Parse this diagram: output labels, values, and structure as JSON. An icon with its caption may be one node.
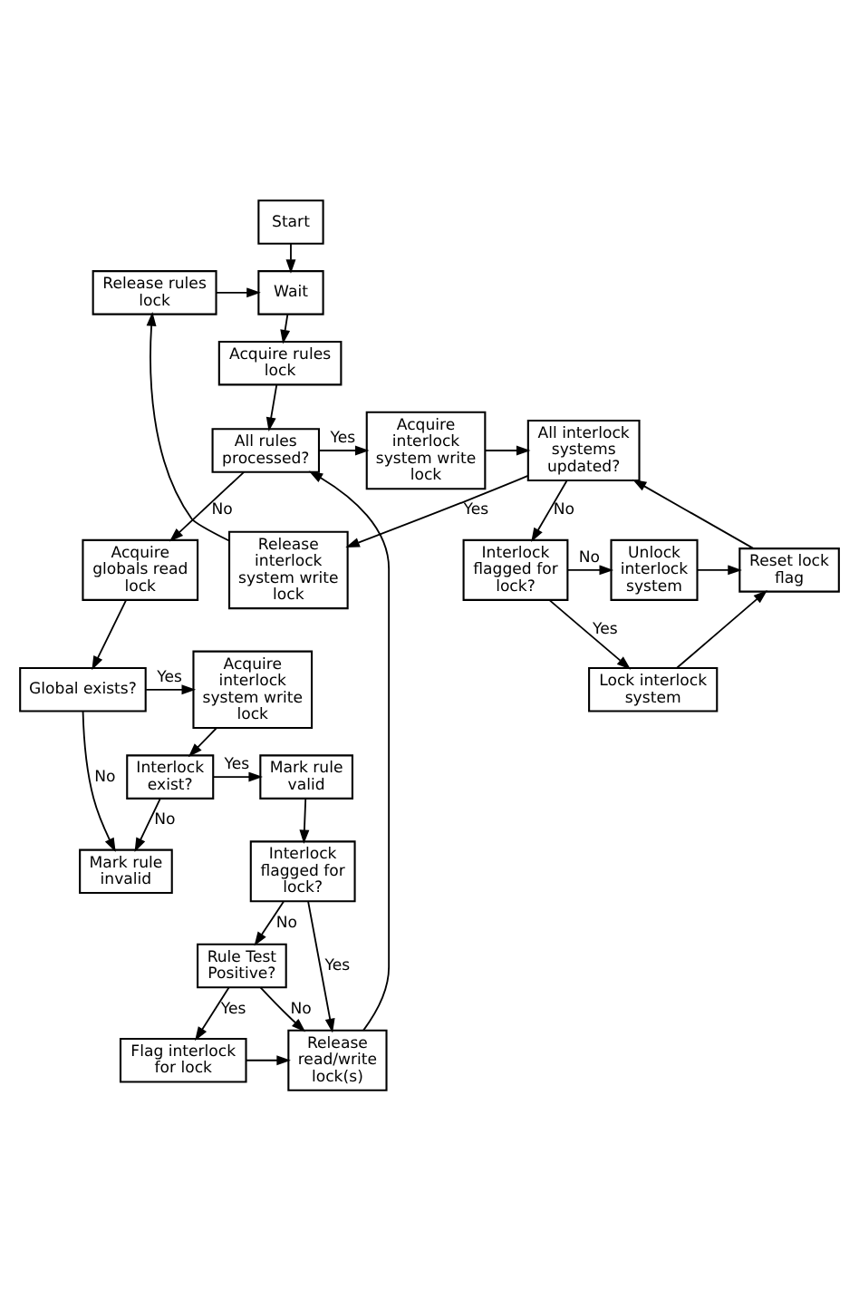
{
  "diagram": {
    "nodes": [
      {
        "text": [
          "Start"
        ]
      },
      {
        "text": [
          "Wait"
        ]
      },
      {
        "text": [
          "Release rules lock"
        ]
      },
      {
        "text": [
          "Acquire rules lock"
        ]
      },
      {
        "text": [
          "All rules processed?"
        ]
      },
      {
        "text": [
          "Acquire interlock system write lock"
        ]
      },
      {
        "text": [
          "Release interlock system write lock"
        ]
      },
      {
        "text": [
          "All interlock systems updated?"
        ]
      },
      {
        "text": [
          "Reset lock flag"
        ]
      },
      {
        "text": [
          "Acquire globals read lock"
        ]
      },
      {
        "text": [
          "Unlock interlock system"
        ]
      },
      {
        "text": [
          "Interlock flagged for lock?"
        ]
      },
      {
        "text": [
          "Global exists?"
        ]
      },
      {
        "text": [
          "Acquire interlock system write lock"
        ]
      },
      {
        "text": [
          "Lock interlock system"
        ]
      },
      {
        "text": [
          "Interlock exist?"
        ]
      },
      {
        "text": [
          "Mark rule valid"
        ]
      },
      {
        "text": [
          "Mark rule invalid"
        ]
      },
      {
        "text": [
          "Interlock flagged for lock?"
        ]
      },
      {
        "text": [
          "Rule Test Positive?"
        ]
      },
      {
        "text": [
          "Release read/write lock(s)"
        ]
      },
      {
        "text": [
          "Flag interlock for lock"
        ]
      }
    ],
    "edges": [
      {
        "from": 0,
        "to": 1,
        "arrow": "to"
      },
      {
        "from": 2,
        "to": 1,
        "arrow": "to"
      },
      {
        "from": 6,
        "to": 2,
        "arrow": "to"
      },
      {
        "from": 1,
        "to": 3,
        "arrow": "to"
      },
      {
        "from": 3,
        "to": 4,
        "arrow": "to"
      },
      {
        "from": 4,
        "to": 5,
        "arrow": "to",
        "label": "Yes"
      },
      {
        "from": 5,
        "to": 7,
        "arrow": "to"
      },
      {
        "from": 7,
        "to": 6,
        "arrow": "to",
        "label": "Yes"
      },
      {
        "from": 7,
        "to": 11,
        "arrow": "to",
        "label": "No"
      },
      {
        "from": 8,
        "to": 7,
        "arrow": "to"
      },
      {
        "from": 4,
        "to": 9,
        "arrow": "to",
        "label": "No"
      },
      {
        "from": 11,
        "to": 10,
        "arrow": "to",
        "label": "No"
      },
      {
        "from": 11,
        "to": 14,
        "arrow": "to",
        "label": "Yes"
      },
      {
        "from": 10,
        "to": 8,
        "arrow": "to"
      },
      {
        "from": 14,
        "to": 8,
        "arrow": "to"
      },
      {
        "from": 9,
        "to": 12,
        "arrow": "to"
      },
      {
        "from": 12,
        "to": 13,
        "arrow": "to",
        "label": "Yes"
      },
      {
        "from": 12,
        "to": 17,
        "arrow": "to",
        "label": "No"
      },
      {
        "from": 13,
        "to": 15,
        "arrow": "to"
      },
      {
        "from": 15,
        "to": 16,
        "arrow": "to",
        "label": "Yes"
      },
      {
        "from": 15,
        "to": 17,
        "arrow": "to",
        "label": "No"
      },
      {
        "from": 16,
        "to": 18,
        "arrow": "to"
      },
      {
        "from": 18,
        "to": 19,
        "arrow": "to",
        "label": "No"
      },
      {
        "from": 18,
        "to": 20,
        "arrow": "to",
        "label": "Yes"
      },
      {
        "from": 19,
        "to": 21,
        "arrow": "to",
        "label": "Yes"
      },
      {
        "from": 19,
        "to": 20,
        "arrow": "to",
        "label": "No"
      },
      {
        "from": 21,
        "to": 20,
        "arrow": "to"
      },
      {
        "from": 20,
        "to": 4,
        "arrow": "to"
      }
    ]
  }
}
